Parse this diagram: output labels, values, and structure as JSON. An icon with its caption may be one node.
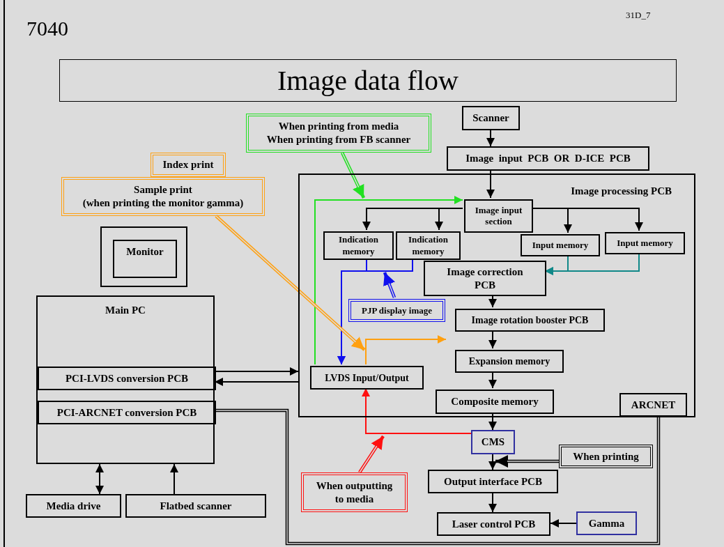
{
  "diagram": {
    "title": "Image data flow",
    "nodes": [
      {
        "text": [
          "When printing from media",
          "When printing from FB scanner"
        ]
      },
      {
        "text": [
          "Index print"
        ]
      },
      {
        "text": [
          "Sample print",
          "(when printing the monitor gamma)"
        ]
      },
      {
        "text": [],
        "shape": "box"
      },
      {
        "text": [
          "Monitor"
        ],
        "in": 3
      },
      {
        "text": [
          "Main PC"
        ]
      },
      {
        "text": [
          "PCI-LVDS conversion PCB"
        ],
        "in": 5
      },
      {
        "text": [
          "PCI-ARCNET conversion PCB"
        ],
        "in": 5
      },
      {
        "text": [
          "Media drive"
        ]
      },
      {
        "text": [
          "Flatbed scanner"
        ]
      },
      {
        "text": [
          "Scanner"
        ]
      },
      {
        "text": [
          "Image input PCB OR D-ICE PCB"
        ]
      },
      {
        "text": [
          "Image processing PCB"
        ]
      },
      {
        "text": [
          "Image input section"
        ],
        "in": 12
      },
      {
        "text": [
          "Indication memory"
        ],
        "in": 12
      },
      {
        "text": [
          "Indication memory"
        ],
        "in": 12
      },
      {
        "text": [
          "Input memory"
        ],
        "in": 12
      },
      {
        "text": [
          "Input memory"
        ],
        "in": 12
      },
      {
        "text": [
          "Image correction PCB"
        ],
        "in": 12
      },
      {
        "text": [
          "PJP display image"
        ],
        "in": 12
      },
      {
        "text": [
          "Image rotation booster PCB"
        ],
        "in": 12
      },
      {
        "text": [
          "LVDS Input/Output"
        ],
        "in": 12
      },
      {
        "text": [
          "Expansion memory"
        ],
        "in": 12
      },
      {
        "text": [
          "Composite memory"
        ],
        "in": 12
      },
      {
        "text": [
          "ARCNET"
        ],
        "in": 12
      },
      {
        "text": [
          "CMS"
        ]
      },
      {
        "text": [
          "When printing"
        ]
      },
      {
        "text": [
          "Output interface PCB"
        ]
      },
      {
        "text": [
          "When outputting to media"
        ]
      },
      {
        "text": [
          "Laser control PCB"
        ]
      },
      {
        "text": [
          "Gamma"
        ]
      }
    ],
    "edges": [
      {
        "from": 10,
        "to": 11,
        "arrow": "to"
      },
      {
        "from": 11,
        "to": 13,
        "arrow": "to"
      },
      {
        "from": 13,
        "to": 14,
        "arrow": "to"
      },
      {
        "from": 13,
        "to": 15,
        "arrow": "to"
      },
      {
        "from": 13,
        "to": 16,
        "arrow": "to"
      },
      {
        "from": 13,
        "to": 17,
        "arrow": "to"
      },
      {
        "from": 16,
        "to": 18,
        "arrow": "to",
        "color": "#108888"
      },
      {
        "from": 17,
        "to": 18,
        "arrow": "to",
        "color": "#108888"
      },
      {
        "from": 14,
        "to": 21,
        "arrow": "to",
        "color": "#1010ee"
      },
      {
        "from": 15,
        "to": 21,
        "arrow": "to",
        "color": "#1010ee"
      },
      {
        "from": 19,
        "to": 15,
        "arrow": "to",
        "style": "thick",
        "color": "#1010ee"
      },
      {
        "from": 21,
        "to": 13,
        "arrow": "to",
        "color": "#22e022"
      },
      {
        "from": 0,
        "to": 12,
        "arrow": "to",
        "style": "thick",
        "color": "#22e022"
      },
      {
        "from": 2,
        "to": 21,
        "arrow": "to",
        "style": "thick",
        "color": "#ffa010"
      },
      {
        "from": 21,
        "to": 22,
        "arrow": "to",
        "color": "#ffa010"
      },
      {
        "from": 18,
        "to": 20,
        "arrow": "to"
      },
      {
        "from": 20,
        "to": 22,
        "arrow": "to"
      },
      {
        "from": 22,
        "to": 23,
        "arrow": "to"
      },
      {
        "from": 23,
        "to": 25,
        "arrow": "to"
      },
      {
        "from": 25,
        "to": 27,
        "arrow": "to"
      },
      {
        "from": 26,
        "to": 25,
        "arrow": "to",
        "style": "thick"
      },
      {
        "from": 25,
        "to": 21,
        "arrow": "to",
        "color": "#ff1010"
      },
      {
        "from": 28,
        "to": 12,
        "arrow": "to",
        "style": "thick",
        "color": "#ff1010"
      },
      {
        "from": 27,
        "to": 29,
        "arrow": "to"
      },
      {
        "from": 30,
        "to": 29,
        "arrow": "to"
      },
      {
        "from": 6,
        "to": 12,
        "arrow": "to"
      },
      {
        "from": 12,
        "to": 6,
        "arrow": "to"
      },
      {
        "from": 8,
        "to": 5,
        "arrow": "both"
      },
      {
        "from": 9,
        "to": 5,
        "arrow": "to"
      },
      {
        "from": 7,
        "to": 24,
        "arrow": "none",
        "style": "thick"
      }
    ],
    "labels": [
      "7040",
      "31D_7"
    ]
  }
}
